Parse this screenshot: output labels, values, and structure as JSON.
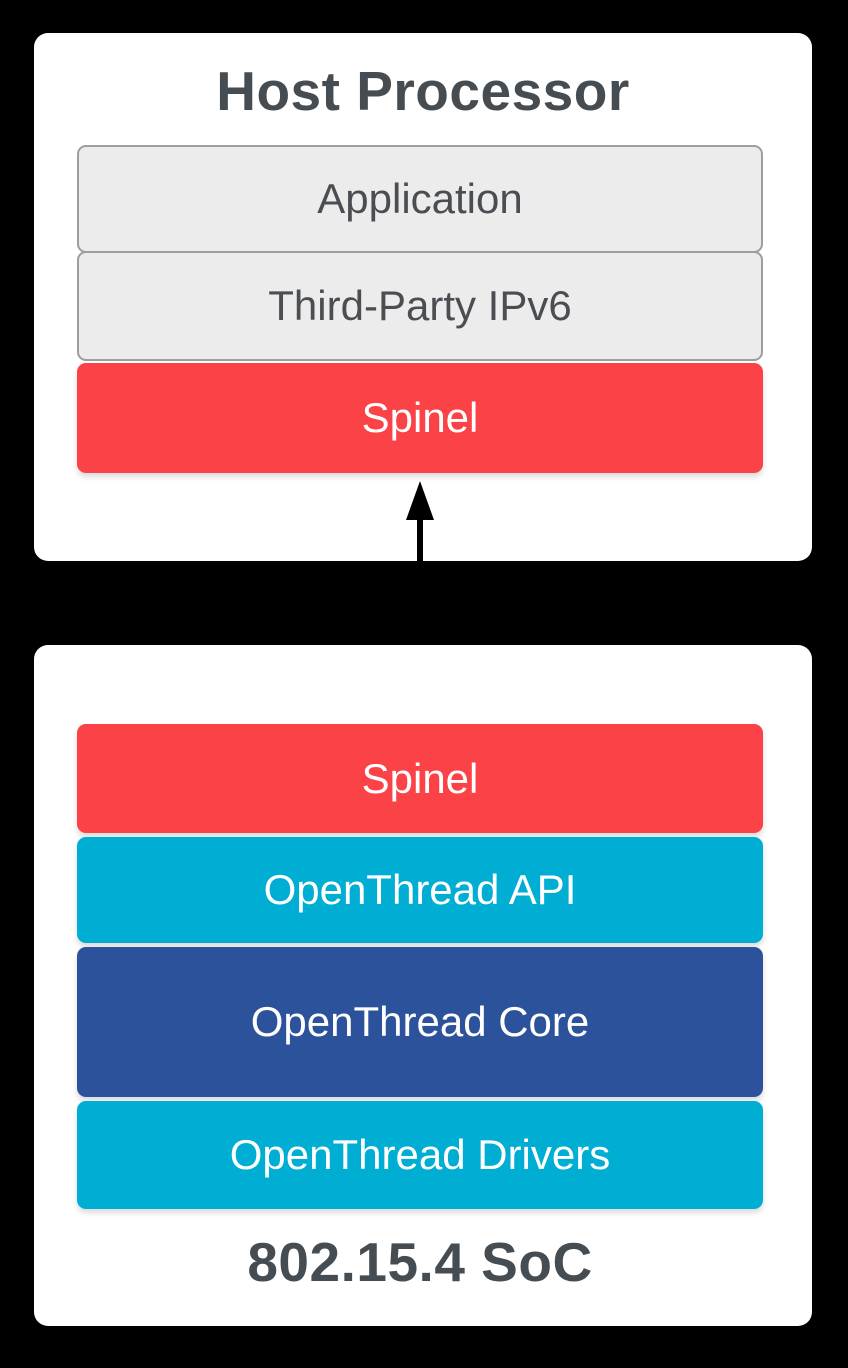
{
  "colors": {
    "accent_red": "#FA4247",
    "accent_cyan": "#00AED4",
    "accent_blue": "#2D529C",
    "layer_gray_fill": "#ECECEC",
    "layer_gray_border": "#9E9E9E",
    "heading_text": "#464D52",
    "body_text": "#4A4E52",
    "label_light": "#FFFFFF",
    "page_background": "#000000",
    "card_background": "#FFFFFF",
    "arrow_color": "#000000"
  },
  "diagram": {
    "host_card": {
      "title": "Host Processor",
      "layers": [
        {
          "label": "Application"
        },
        {
          "label": "Third-Party IPv6"
        },
        {
          "label": "Spinel"
        }
      ]
    },
    "connector": "bidirectional-vertical-arrow",
    "soc_card": {
      "title": "802.15.4 SoC",
      "layers": [
        {
          "label": "Spinel"
        },
        {
          "label": "OpenThread API"
        },
        {
          "label": "OpenThread Core"
        },
        {
          "label": "OpenThread Drivers"
        }
      ]
    }
  }
}
